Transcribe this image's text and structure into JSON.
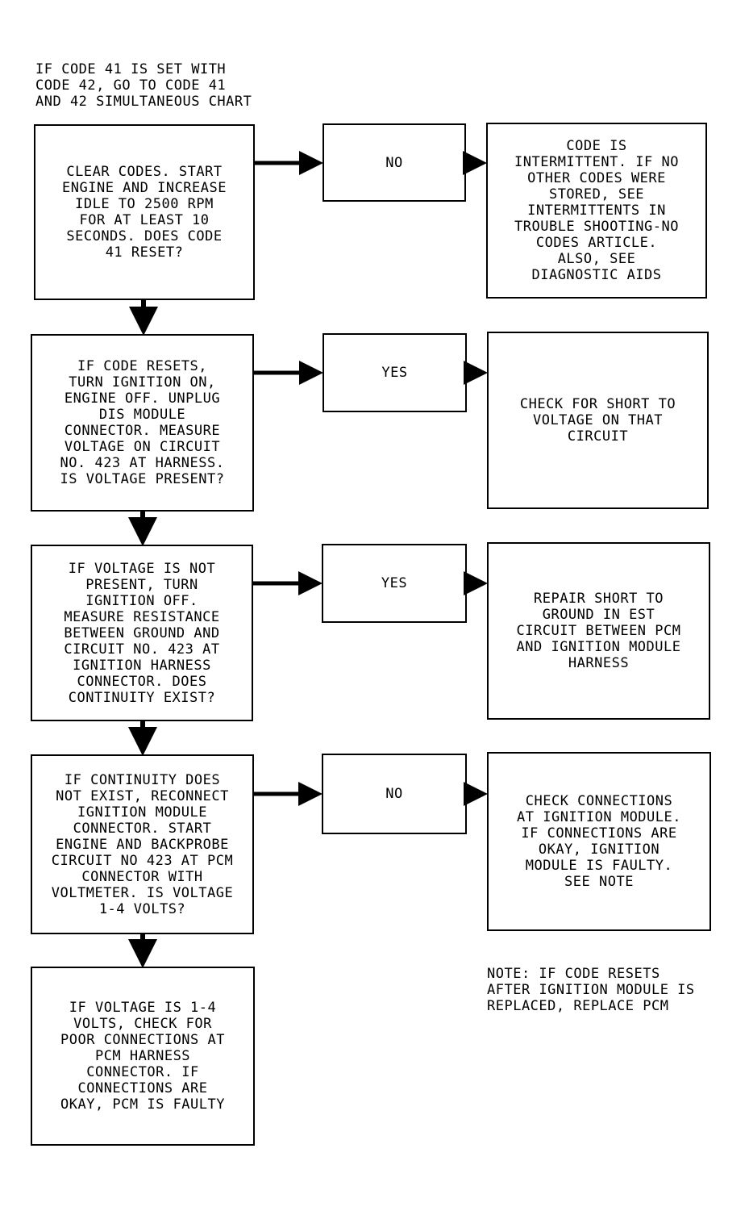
{
  "intro_note": "IF CODE 41 IS SET WITH\nCODE 42, GO TO CODE 41\nAND 42 SIMULTANEOUS CHART",
  "rows": [
    {
      "question": "CLEAR CODES. START\nENGINE AND INCREASE\nIDLE TO 2500 RPM\nFOR AT LEAST 10\nSECONDS. DOES CODE\n41 RESET?",
      "answer": "NO",
      "result": "CODE IS\nINTERMITTENT. IF NO\nOTHER CODES WERE\nSTORED, SEE\nINTERMITTENTS IN\nTROUBLE SHOOTING-NO\nCODES ARTICLE.\nALSO, SEE\nDIAGNOSTIC AIDS"
    },
    {
      "question": "IF CODE RESETS,\nTURN IGNITION ON,\nENGINE OFF. UNPLUG\nDIS MODULE\nCONNECTOR. MEASURE\nVOLTAGE ON CIRCUIT\nNO. 423 AT HARNESS.\nIS VOLTAGE PRESENT?",
      "answer": "YES",
      "result": "CHECK FOR SHORT TO\nVOLTAGE ON THAT\nCIRCUIT"
    },
    {
      "question": "IF VOLTAGE IS NOT\nPRESENT, TURN\nIGNITION OFF.\nMEASURE RESISTANCE\nBETWEEN GROUND AND\nCIRCUIT NO. 423 AT\nIGNITION HARNESS\nCONNECTOR. DOES\nCONTINUITY EXIST?",
      "answer": "YES",
      "result": "REPAIR SHORT TO\nGROUND IN EST\nCIRCUIT BETWEEN PCM\nAND IGNITION MODULE\nHARNESS"
    },
    {
      "question": "IF CONTINUITY DOES\nNOT EXIST, RECONNECT\nIGNITION MODULE\nCONNECTOR. START\nENGINE AND BACKPROBE\nCIRCUIT NO 423 AT PCM\nCONNECTOR WITH\nVOLTMETER. IS VOLTAGE\n1-4 VOLTS?",
      "answer": "NO",
      "result": "CHECK CONNECTIONS\nAT IGNITION MODULE.\nIF CONNECTIONS ARE\nOKAY, IGNITION\nMODULE IS FAULTY.\nSEE NOTE"
    }
  ],
  "final_step": "IF VOLTAGE IS 1-4\nVOLTS, CHECK FOR\nPOOR CONNECTIONS AT\nPCM HARNESS\nCONNECTOR. IF\nCONNECTIONS ARE\nOKAY, PCM IS FAULTY",
  "footnote": "NOTE: IF CODE RESETS\nAFTER IGNITION MODULE IS\nREPLACED, REPLACE PCM"
}
